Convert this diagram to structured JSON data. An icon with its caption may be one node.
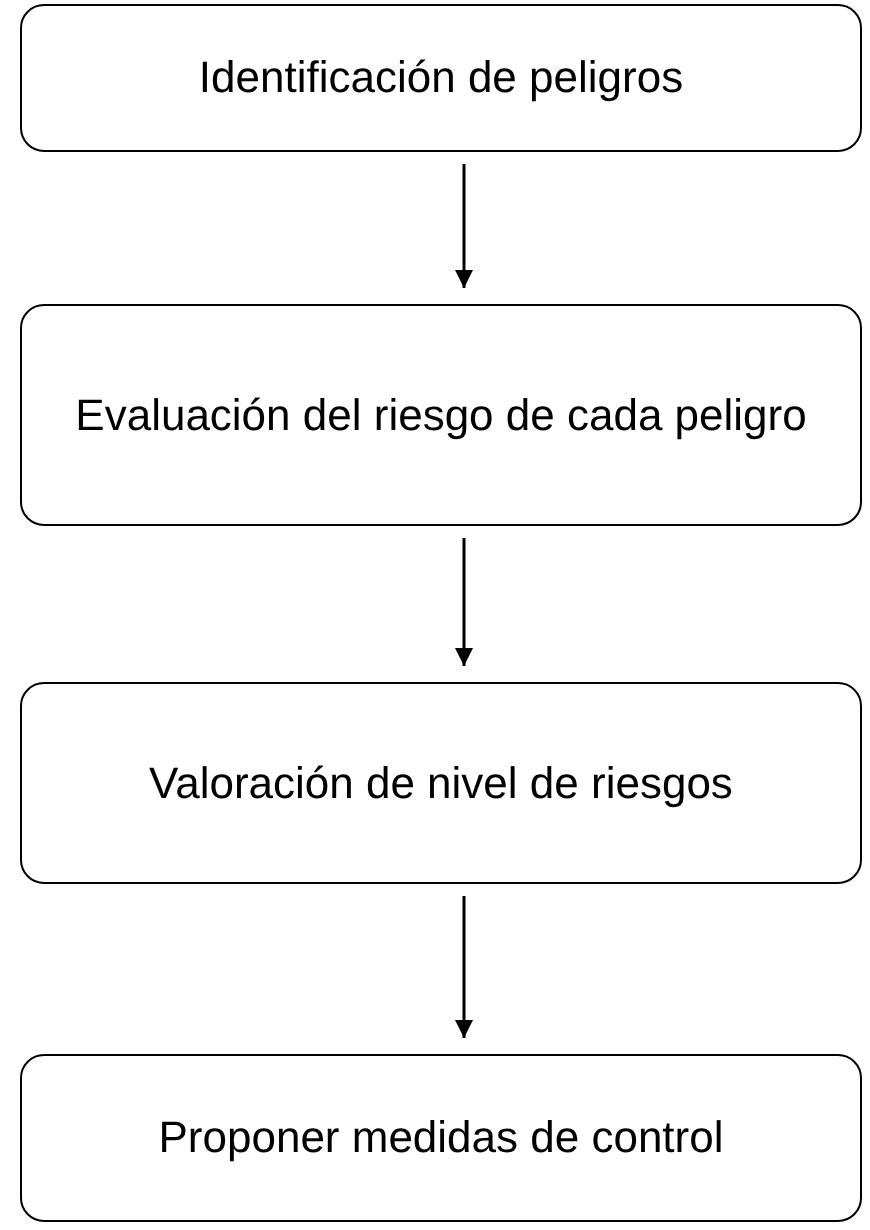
{
  "diagram": {
    "nodes": [
      {
        "text": [
          "Identificación de peligros"
        ]
      },
      {
        "text": [
          "Evaluación del riesgo de cada peligro"
        ]
      },
      {
        "text": [
          "Valoración de nivel de riesgos"
        ]
      },
      {
        "text": [
          "Proponer medidas de control"
        ]
      }
    ],
    "edges": [
      {
        "from": 0,
        "to": 1,
        "arrow": "to"
      },
      {
        "from": 1,
        "to": 2,
        "arrow": "to"
      },
      {
        "from": 2,
        "to": 3,
        "arrow": "to"
      }
    ]
  }
}
